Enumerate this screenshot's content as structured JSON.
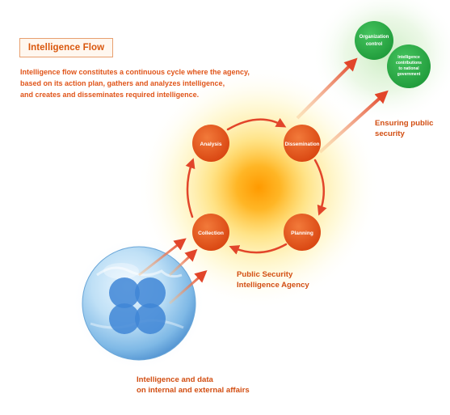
{
  "title": "Intelligence Flow",
  "intro_lines": [
    "Intelligence flow constitutes a continuous cycle where the agency,",
    "based on its action plan, gathers and analyzes intelligence,",
    "and creates and disseminates required intelligence."
  ],
  "cycle_nodes": {
    "analysis": "Analysis",
    "dissemination": "Dissemination",
    "planning": "Planning",
    "collection": "Collection"
  },
  "outcome_nodes": {
    "organization_control": [
      "Organization",
      "control"
    ],
    "contributions": [
      "Intelligence",
      "contributions",
      "to national",
      "government"
    ]
  },
  "labels": {
    "ensuring": [
      "Ensuring public",
      "security"
    ],
    "agency": [
      "Public Security",
      "Intelligence Agency"
    ],
    "sources": [
      "Intelligence and data",
      "on internal and external affairs"
    ]
  },
  "colors": {
    "accent": "#d9560c",
    "node_fill": "#e0561c",
    "outcome_fill": "#2eb24a",
    "globe": "#3f86d6"
  }
}
